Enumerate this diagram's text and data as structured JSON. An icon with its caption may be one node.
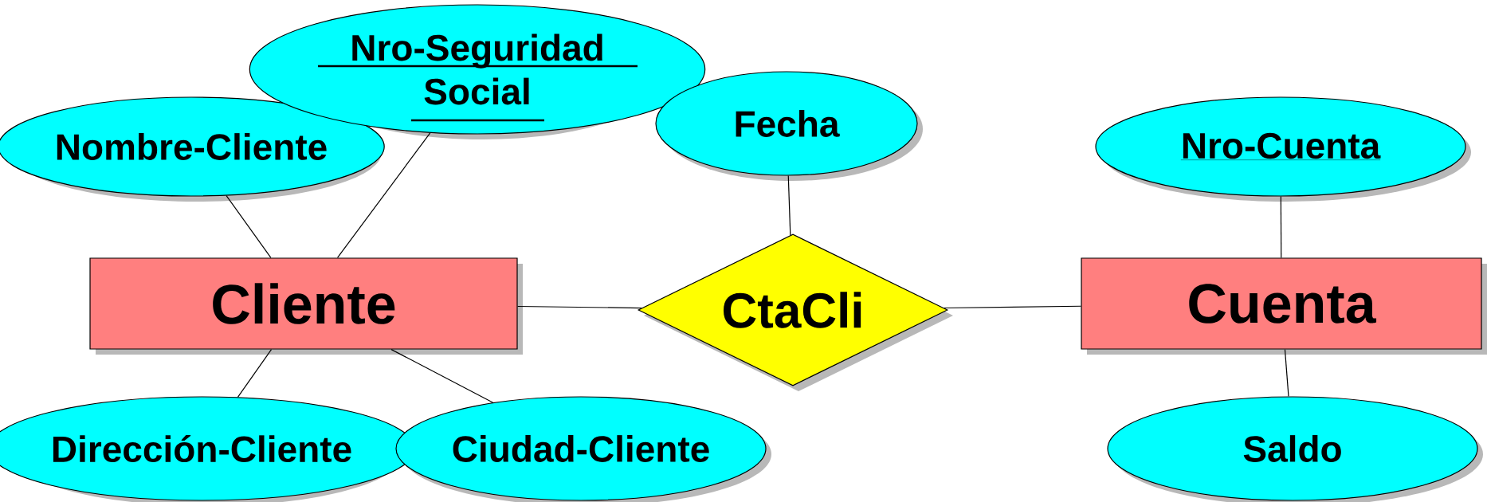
{
  "diagram": {
    "nodes": [
      {
        "text": [
          "Nombre-Cliente"
        ]
      },
      {
        "text": [
          "Nro-Seguridad Social"
        ]
      },
      {
        "text": [
          "Fecha"
        ]
      },
      {
        "text": [
          "Nro-Cuenta"
        ]
      },
      {
        "text": [
          "Cliente"
        ]
      },
      {
        "text": [
          "CtaCli"
        ]
      },
      {
        "text": [
          "Cuenta"
        ]
      },
      {
        "text": [
          "Dirección-Cliente"
        ]
      },
      {
        "text": [
          "Ciudad-Cliente"
        ]
      },
      {
        "text": [
          "Saldo"
        ]
      }
    ],
    "edges": [
      {
        "from": 0,
        "to": 4,
        "arrow": "none"
      },
      {
        "from": 1,
        "to": 4,
        "arrow": "none"
      },
      {
        "from": 2,
        "to": 5,
        "arrow": "none"
      },
      {
        "from": 3,
        "to": 6,
        "arrow": "none"
      },
      {
        "from": 4,
        "to": 5,
        "arrow": "none"
      },
      {
        "from": 5,
        "to": 6,
        "arrow": "none"
      },
      {
        "from": 7,
        "to": 4,
        "arrow": "none"
      },
      {
        "from": 8,
        "to": 4,
        "arrow": "none"
      },
      {
        "from": 9,
        "to": 6,
        "arrow": "none"
      }
    ]
  }
}
